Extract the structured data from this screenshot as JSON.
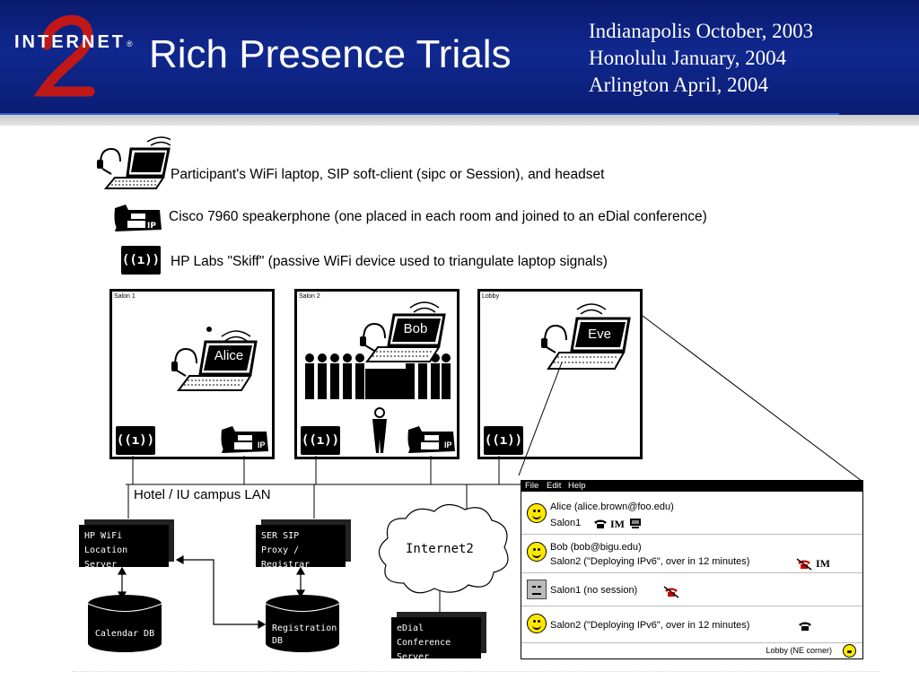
{
  "header": {
    "logo_text": "INTERNET",
    "logo_mark": "2",
    "logo_reg": "®",
    "title": "Rich Presence Trials",
    "dates": [
      "Indianapolis October, 2003",
      "Honolulu January, 2004",
      "Arlington April, 2004"
    ]
  },
  "legend": [
    {
      "icon": "laptop-headset-icon",
      "text": "Participant's WiFi laptop, SIP soft-client (sipc or Session), and headset"
    },
    {
      "icon": "ip-phone-icon",
      "text": "Cisco 7960 speakerphone (one placed in each room and joined to an eDial conference)"
    },
    {
      "icon": "skiff-icon",
      "text": "HP Labs \"Skiff\" (passive WiFi device used to triangulate laptop signals)"
    }
  ],
  "rooms": [
    {
      "label": "Salon 1",
      "laptop_user": "Alice"
    },
    {
      "label": "Salon 2",
      "laptop_user": "Bob"
    },
    {
      "label": "Lobby",
      "laptop_user": "Eve"
    }
  ],
  "skiff_glyph": "((ı))",
  "phone_label": "IP",
  "network": {
    "lan_label": "Hotel / IU campus LAN",
    "internet_label": "Internet2",
    "servers": {
      "location": [
        "HP WiFi",
        "Location Server"
      ],
      "sip": [
        "SER SIP",
        "Proxy / Registrar"
      ],
      "edial": [
        "eDial Conference",
        "Server"
      ]
    },
    "databases": {
      "calendar": [
        "Calendar DB"
      ],
      "registration": [
        "Registration",
        "DB"
      ]
    }
  },
  "client": {
    "menu": [
      "File",
      "Edit",
      "Help"
    ],
    "entries": [
      {
        "line1": "Alice (alice.brown@foo.edu)",
        "line2": "Salon1",
        "face": "smiley-icon",
        "im": "IM"
      },
      {
        "line1": "Bob (bob@bigu.edu)",
        "line2": "Salon2 (\"Deploying IPv6\", over in 12 minutes)",
        "face": "smiley-icon",
        "im": "IM"
      },
      {
        "line1": "Salon1 (no session)",
        "face": "blank-face-icon"
      },
      {
        "line1": "Salon2 (\"Deploying IPv6\", over in 12 minutes)",
        "face": "smiley-icon"
      }
    ],
    "footer": "Lobby (NE corner)"
  }
}
